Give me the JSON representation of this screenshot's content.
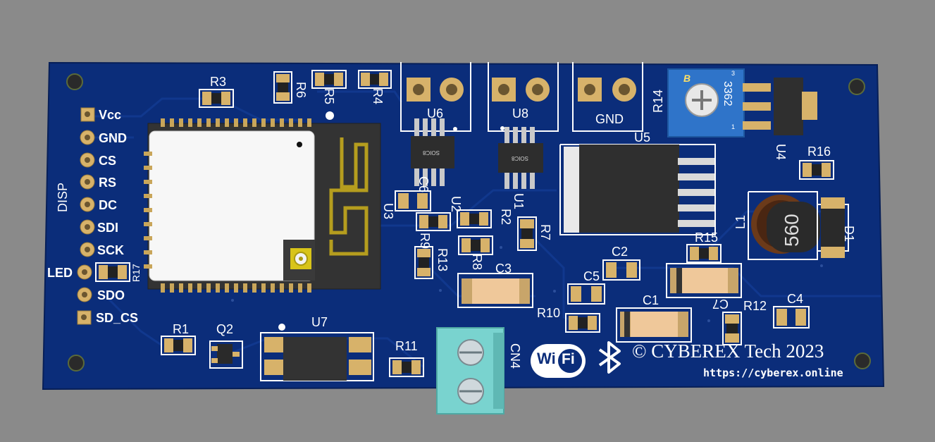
{
  "board": {
    "colors": {
      "background": "#8a8a8a",
      "soldermask": "#0b2d7a",
      "silk": "#ffffff",
      "pad": "#d7b26a",
      "copper": "#c8a050"
    },
    "header_pins": [
      "Vcc",
      "GND",
      "CS",
      "RS",
      "DC",
      "SDI",
      "SCK",
      "LED",
      "SDO",
      "SD_CS"
    ],
    "header_title": "DISP",
    "designators": {
      "R1": "R1",
      "R2": "R2",
      "R3": "R3",
      "R4": "R4",
      "R5": "R5",
      "R6": "R6",
      "R7": "R7",
      "R8": "R8",
      "R9": "R9",
      "R10": "R10",
      "R11": "R11",
      "R12": "R12",
      "R13": "R13",
      "R14": "R14",
      "R15": "R15",
      "R16": "R16",
      "R17": "R17",
      "C1": "C1",
      "C2": "C2",
      "C3": "C3",
      "C4": "C4",
      "C5": "C5",
      "C6": "C6",
      "C7": "C7",
      "U1": "U1",
      "U2": "U2",
      "U3": "U3",
      "U4": "U4",
      "U5": "U5",
      "U6": "U6",
      "U7": "U7",
      "U8": "U8",
      "Q2": "Q2",
      "L1": "L1",
      "D1": "D1",
      "CN4": "CN4",
      "GND": "GND"
    },
    "chip_marks": {
      "soic_left": "SOIC8",
      "soic_right": "SOIC8",
      "trimmer": "3362",
      "trimmer_b": "B",
      "trimmer_1": "1",
      "trimmer_3": "3",
      "inductor": "560"
    },
    "wifi_logo": {
      "wi": "Wi",
      "fi": "Fi"
    },
    "bluetooth_icon": "bluetooth-icon",
    "copyright": "© CYBEREX Tech 2023",
    "url": "https://cyberex.online"
  }
}
